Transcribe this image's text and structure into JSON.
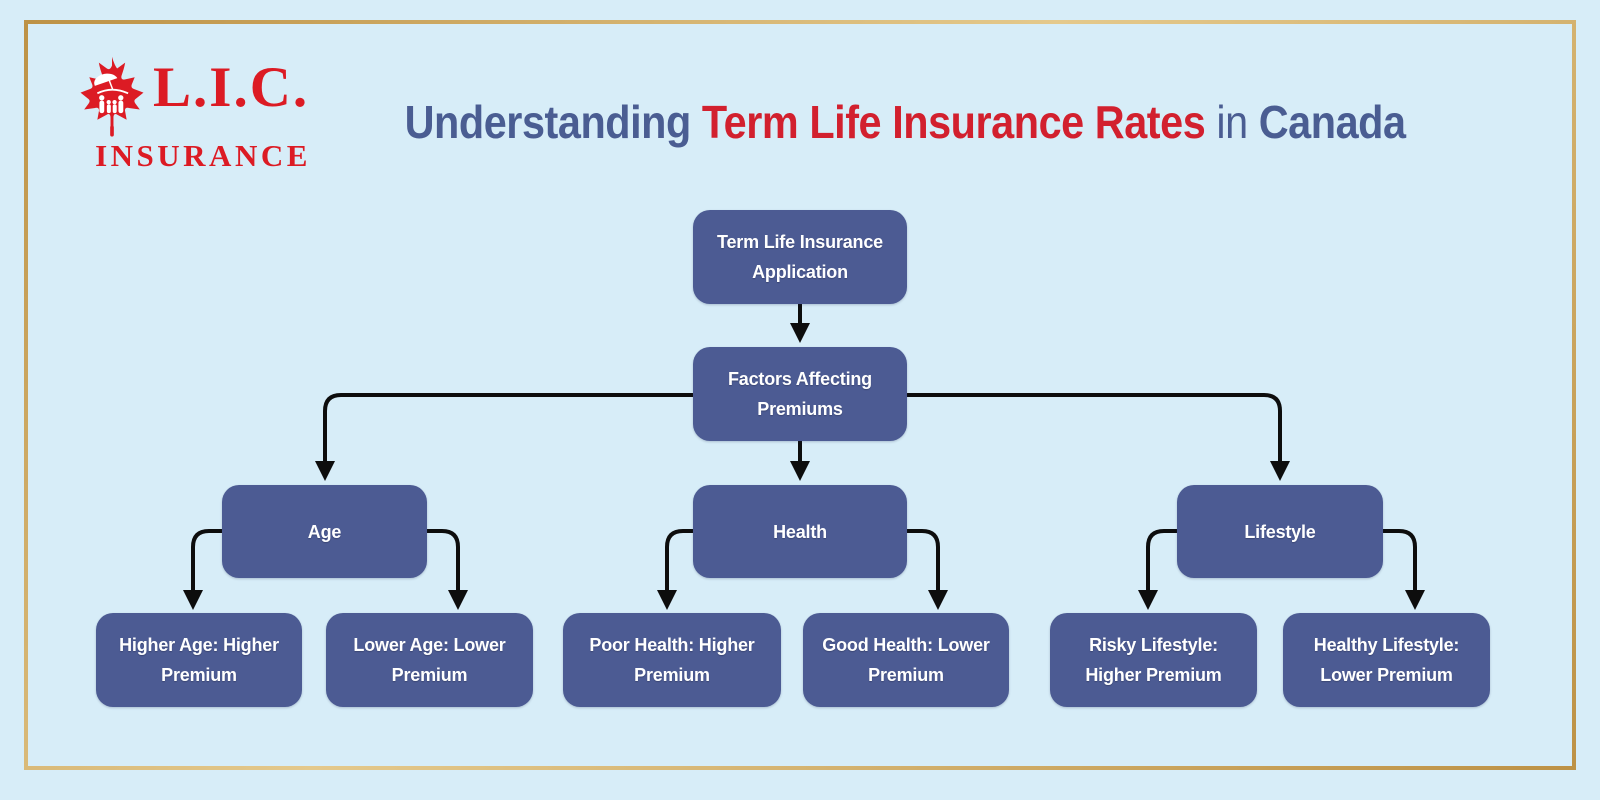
{
  "theme": {
    "background": "#d7edf8",
    "frame_gold": "#c9a25e",
    "node_fill": "#4c5b93",
    "node_text_color": "#ffffff",
    "connector_color": "#0d0d0d",
    "title_blue": "#4a5d92",
    "title_red": "#d2202e",
    "logo_red": "#dc1b24"
  },
  "header": {
    "logo": {
      "icon": "maple-leaf-family-icon",
      "brand": "L.I.C.",
      "subtitle": "INSURANCE"
    },
    "title": {
      "part_understanding": "Understanding ",
      "part_rates": "Term Life Insurance Rates",
      "part_in": " in ",
      "part_canada": "Canada"
    }
  },
  "diagram": {
    "nodes": [
      {
        "id": "root",
        "label": "Term Life Insurance Application"
      },
      {
        "id": "factors",
        "label": "Factors Affecting Premiums"
      },
      {
        "id": "age",
        "label": "Age"
      },
      {
        "id": "health",
        "label": "Health"
      },
      {
        "id": "lifestyle",
        "label": "Lifestyle"
      },
      {
        "id": "higher-age",
        "label": "Higher Age: Higher Premium"
      },
      {
        "id": "lower-age",
        "label": "Lower Age: Lower Premium"
      },
      {
        "id": "poor-health",
        "label": "Poor Health: Higher Premium"
      },
      {
        "id": "good-health",
        "label": "Good Health: Lower Premium"
      },
      {
        "id": "risky",
        "label": "Risky Lifestyle: Higher Premium"
      },
      {
        "id": "healthy",
        "label": "Healthy Lifestyle: Lower Premium"
      }
    ],
    "edges": [
      {
        "from": "root",
        "to": "factors"
      },
      {
        "from": "factors",
        "to": "age"
      },
      {
        "from": "factors",
        "to": "health"
      },
      {
        "from": "factors",
        "to": "lifestyle"
      },
      {
        "from": "age",
        "to": "higher-age"
      },
      {
        "from": "age",
        "to": "lower-age"
      },
      {
        "from": "health",
        "to": "poor-health"
      },
      {
        "from": "health",
        "to": "good-health"
      },
      {
        "from": "lifestyle",
        "to": "risky"
      },
      {
        "from": "lifestyle",
        "to": "healthy"
      }
    ]
  }
}
